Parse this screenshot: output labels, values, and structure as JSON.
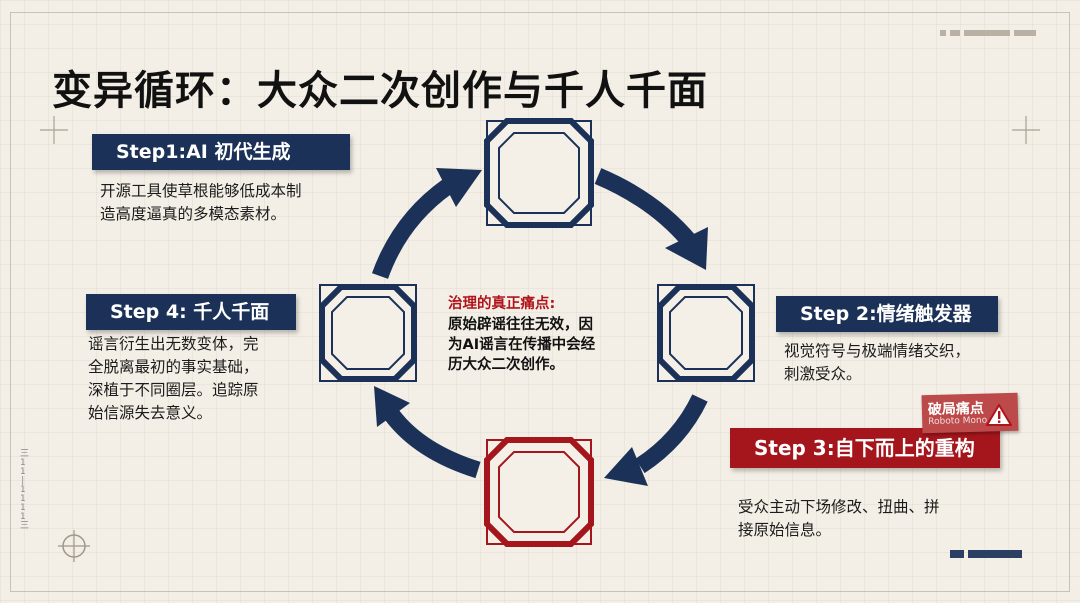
{
  "title": "变异循环：大众二次创作与千人千面",
  "steps": {
    "step1": {
      "label": "Step1:AI 初代生成",
      "desc_lines": [
        "开源工具使草根能够低成本制",
        "造高度逼真的多模态素材。"
      ]
    },
    "step2": {
      "label": "Step  2:情绪触发器",
      "desc_lines": [
        "视觉符号与极端情绪交织，",
        "刺激受众。"
      ]
    },
    "step3": {
      "label": "Step 3:自下而上的重构",
      "desc_lines": [
        "受众主动下场修改、扭曲、拼",
        "接原始信息。"
      ]
    },
    "step4": {
      "label": "Step  4: 千人千面",
      "desc_lines": [
        "谣言衍生出无数变体，完",
        "全脱离最初的事实基础，",
        "深植于不同圈层。追踪原",
        "始信源失去意义。"
      ]
    }
  },
  "center": {
    "highlight": "治理的真正痛点:",
    "lines": [
      "原始辟谣往往无效，因",
      "为AI谣言在传播中会经",
      "历大众二次创作。"
    ]
  },
  "badge": {
    "main": "破局痛点",
    "sub": "Roboto Mono"
  },
  "deco_text": "三11|1111三",
  "colors": {
    "navy": "#1c3158",
    "red": "#a5161c",
    "background": "#f3efe6"
  },
  "icons": [
    "octagon-node-icon",
    "cycle-arrow-icon",
    "warning-icon",
    "crosshair-icon"
  ]
}
